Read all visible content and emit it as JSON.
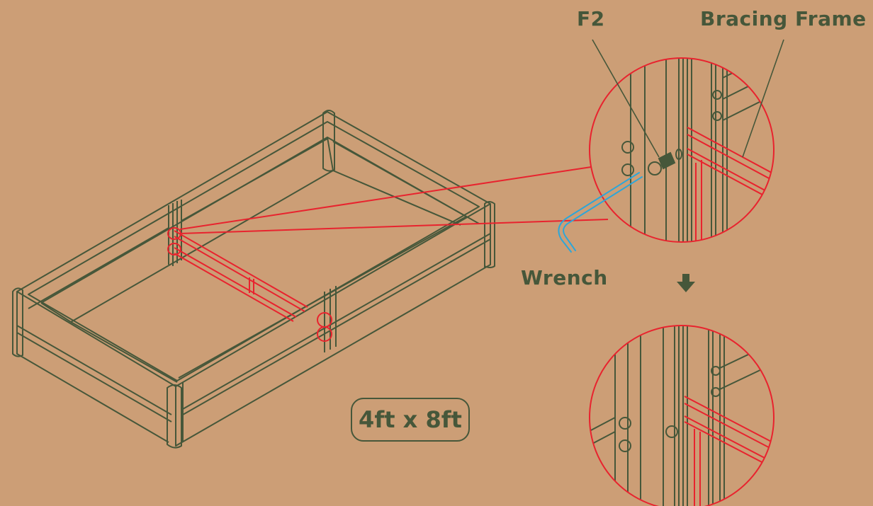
{
  "labels": {
    "f2": "F2",
    "bracing_frame": "Bracing Frame",
    "wrench": "Wrench",
    "size": "4ft x 8ft"
  },
  "colors": {
    "background": "#cc9e76",
    "line": "#46573a",
    "highlight": "#e8232e",
    "wrench": "#2ea6d8"
  },
  "icons": {
    "step_arrow": "arrow-down-icon"
  }
}
